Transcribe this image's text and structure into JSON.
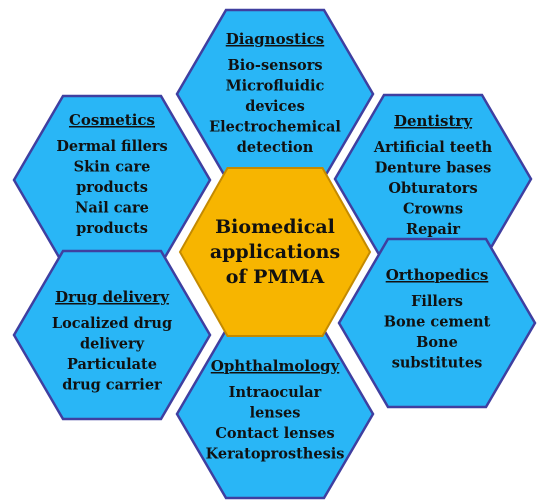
{
  "center": {
    "lines": [
      "Biomedical",
      "applications",
      "of PMMA"
    ]
  },
  "colors": {
    "hex_fill": "#29B6F6",
    "hex_stroke": "#3F3FA0",
    "center_fill": "#F7B500",
    "center_stroke": "#C48A00"
  },
  "nodes": [
    {
      "id": "diagnostics",
      "title": "Diagnostics",
      "items": [
        "Bio-sensors",
        "Microfluidic",
        "devices",
        "Electrochemical",
        "detection"
      ]
    },
    {
      "id": "cosmetics",
      "title": "Cosmetics",
      "items": [
        "Dermal fillers",
        "Skin care",
        "products",
        "Nail care",
        "products"
      ]
    },
    {
      "id": "dentistry",
      "title": "Dentistry",
      "items": [
        "Artificial teeth",
        "Denture bases",
        "Obturators",
        "Crowns",
        "Repair"
      ]
    },
    {
      "id": "drug-delivery",
      "title": "Drug delivery",
      "items": [
        "Localized drug",
        "delivery",
        "Particulate",
        "drug carrier"
      ]
    },
    {
      "id": "orthopedics",
      "title": "Orthopedics",
      "items": [
        "Fillers",
        "Bone cement",
        "Bone",
        "substitutes"
      ]
    },
    {
      "id": "ophthalmology",
      "title": "Ophthalmology",
      "items": [
        "Intraocular",
        "lenses",
        "Contact lenses",
        "Keratoprosthesis"
      ]
    }
  ]
}
